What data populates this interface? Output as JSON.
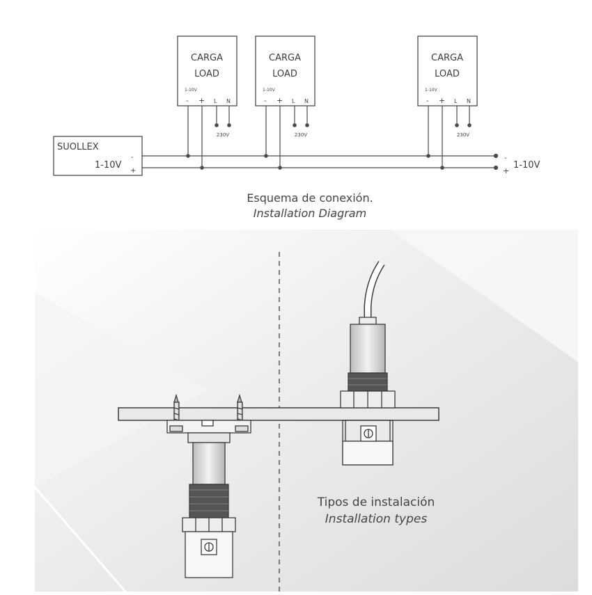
{
  "wiring": {
    "controller": {
      "name": "SUOLLEX",
      "output": "1-10V",
      "minus": "-",
      "plus": "+"
    },
    "loads": [
      {
        "title_es": "CARGA",
        "title_en": "LOAD",
        "signal": "1-10V",
        "t_minus": "-",
        "t_plus": "+",
        "t_l": "L",
        "t_n": "N",
        "supply": "230V"
      },
      {
        "title_es": "CARGA",
        "title_en": "LOAD",
        "signal": "1-10V",
        "t_minus": "-",
        "t_plus": "+",
        "t_l": "L",
        "t_n": "N",
        "supply": "230V"
      },
      {
        "title_es": "CARGA",
        "title_en": "LOAD",
        "signal": "1-10V",
        "t_minus": "-",
        "t_plus": "+",
        "t_l": "L",
        "t_n": "N",
        "supply": "230V"
      }
    ],
    "end_label": "1-10V",
    "end_minus": "-",
    "end_plus": "+"
  },
  "captions": {
    "diagram_es": "Esquema de conexión.",
    "diagram_en": "Installation Diagram",
    "types_es": "Tipos de instalación",
    "types_en": "Installation types"
  },
  "colors": {
    "line": "#4a4a4a",
    "dark": "#3a3a3a",
    "background_gray": "#e6e6e6"
  }
}
